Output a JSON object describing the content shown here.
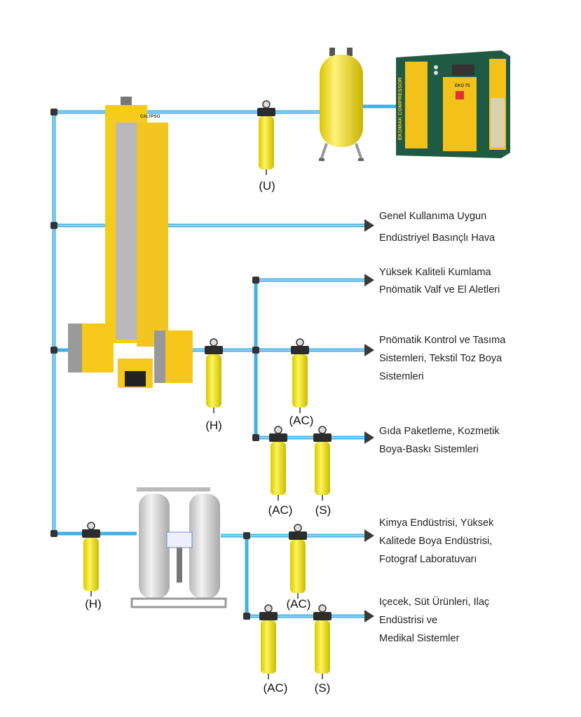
{
  "compressor": {
    "brand": "EKOMAK COMPRESSOR",
    "model": "EKO 75"
  },
  "dryer_brand": "CALYPSO",
  "filter_labels": {
    "u": "(U)",
    "h1": "(H)",
    "ac1": "(AC)",
    "ac2": "(AC)",
    "s1": "(S)",
    "h2": "(H)",
    "ac3": "(AC)",
    "ac4": "(AC)",
    "s2": "(S)"
  },
  "outputs": [
    {
      "lines": [
        "Genel Kullanıma Uygun",
        "Endüstriyel Basınçlı Hava"
      ]
    },
    {
      "lines": [
        "Yüksek Kaliteli Kumlama",
        "Pnömatik Valf ve El Aletleri"
      ]
    },
    {
      "lines": [
        "Pnömatik Kontrol ve Tasıma",
        "Sistemleri, Tekstil Toz Boya",
        "Sistemleri"
      ]
    },
    {
      "lines": [
        "Gıda Paketleme, Kozmetik",
        "Boya-Baskı Sistemleri"
      ]
    },
    {
      "lines": [
        "Kimya Endüstrisi, Yüksek",
        "Kalitede Boya Endüstrisi,",
        "Fotograf Laboratuvarı"
      ]
    },
    {
      "lines": [
        "Içecek, Süt Ürünleri, Ilaç",
        "Endüstrisi ve",
        "Medikal Sistemler"
      ]
    }
  ],
  "colors": {
    "pipe": "#3fb0e6",
    "filter": "#f2e620",
    "compressor_body": "#1f5a44",
    "compressor_panel": "#f2c21a",
    "arrow": "#3a3a3a"
  }
}
